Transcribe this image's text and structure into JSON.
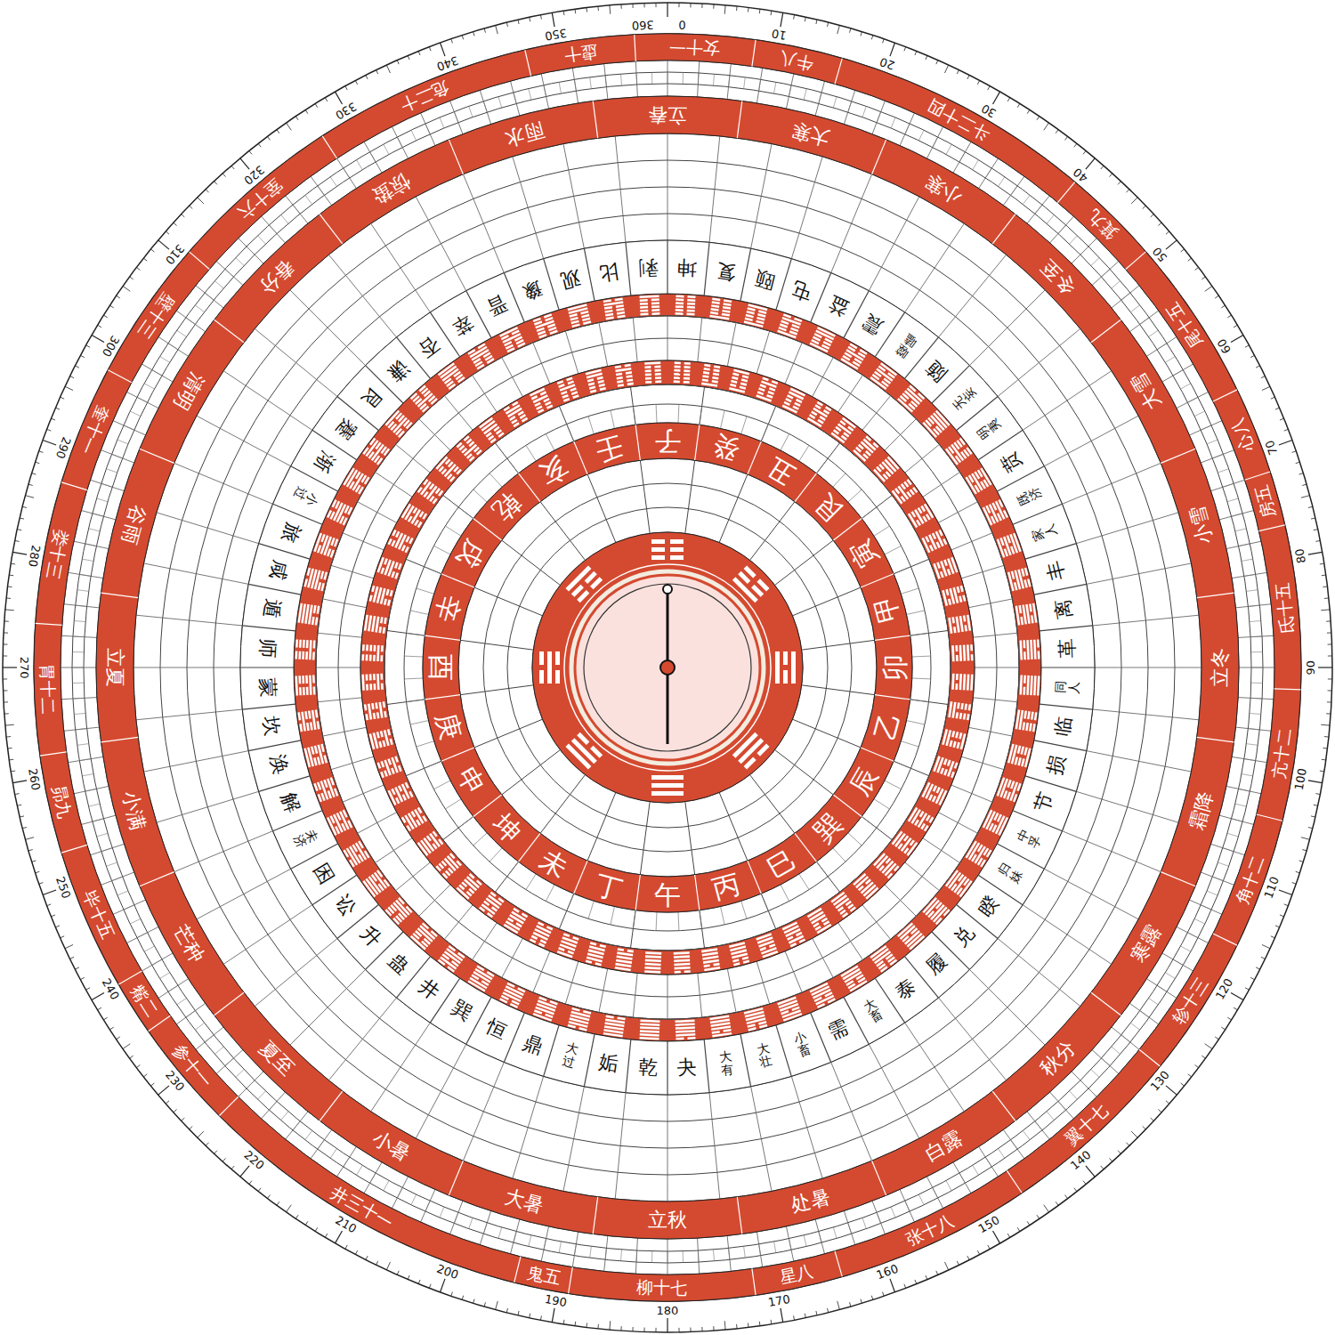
{
  "diagram": {
    "nodes": [
      {
        "text": [
          "子",
          "癸",
          "丑",
          "艮",
          "寅",
          "甲",
          "卯",
          "乙",
          "辰",
          "巽",
          "巳",
          "丙",
          "午",
          "丁",
          "未",
          "坤",
          "申",
          "庚",
          "酉",
          "辛",
          "戌",
          "乾",
          "亥",
          "壬"
        ]
      },
      {
        "text": [
          "乾",
          "夬",
          "大有",
          "大壮",
          "小畜",
          "需",
          "大畜",
          "泰",
          "履",
          "兑",
          "睽",
          "归妹",
          "中孚",
          "节",
          "损",
          "临",
          "同人",
          "革",
          "离",
          "丰",
          "家人",
          "既济",
          "贲",
          "明夷",
          "无妄",
          "随",
          "噬嗑",
          "震",
          "益",
          "屯",
          "颐",
          "复",
          "坤",
          "剥",
          "比",
          "观",
          "豫",
          "晋",
          "萃",
          "否",
          "谦",
          "艮",
          "蹇",
          "渐",
          "小过",
          "旅",
          "咸",
          "遁",
          "师",
          "蒙",
          "坎",
          "涣",
          "解",
          "未济",
          "困",
          "讼",
          "升",
          "蛊",
          "井",
          "巽",
          "恒",
          "鼎",
          "大过",
          "姤"
        ]
      },
      {
        "text": [
          "立春",
          "雨水",
          "惊蛰",
          "春分",
          "清明",
          "谷雨",
          "立夏",
          "小满",
          "芒种",
          "夏至",
          "小暑",
          "大暑",
          "立秋",
          "处暑",
          "白露",
          "秋分",
          "寒露",
          "霜降",
          "立冬",
          "小雪",
          "大雪",
          "冬至",
          "小寒",
          "大寒"
        ]
      },
      {
        "text": [
          "角十二",
          "亢十二",
          "氐十五",
          "房五",
          "心八",
          "尾十五",
          "箕九",
          "斗二十四",
          "牛八",
          "女十一",
          "虚十",
          "危二十",
          "室十六",
          "壁十三",
          "奎十一",
          "娄十三",
          "胃十二",
          "昴九",
          "毕十五",
          "觜二",
          "参十一",
          "井三十一",
          "鬼五",
          "柳十七",
          "星八",
          "张十八",
          "翼十七",
          "轸十三"
        ]
      }
    ],
    "labels": [
      "360",
      "0",
      "10",
      "20",
      "30",
      "40",
      "50",
      "60",
      "70",
      "80",
      "90",
      "100",
      "110",
      "120",
      "130",
      "140",
      "150",
      "160",
      "170",
      "180",
      "190",
      "200",
      "210",
      "220",
      "230",
      "240",
      "250",
      "260",
      "270",
      "280",
      "290",
      "300",
      "310",
      "320",
      "330",
      "340",
      "350"
    ]
  }
}
